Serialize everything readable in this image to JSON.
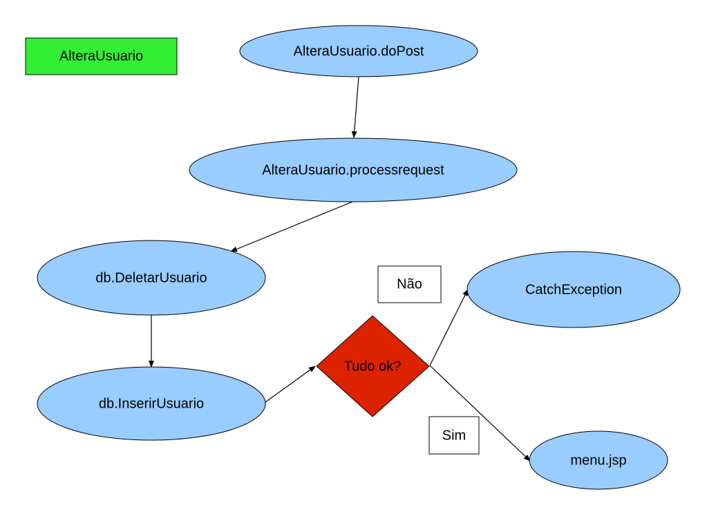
{
  "title_box": {
    "label": "AlteraUsuario",
    "fill": "#33ee33"
  },
  "nodes": {
    "doPost": {
      "label": "AlteraUsuario.doPost"
    },
    "processrequest": {
      "label": "AlteraUsuario.processrequest"
    },
    "deletar": {
      "label": "db.DeletarUsuario"
    },
    "inserir": {
      "label": "db.InserirUsuario"
    },
    "decision": {
      "label": "Tudo ok?"
    },
    "catch": {
      "label": "CatchException"
    },
    "menu": {
      "label": "menu.jsp"
    }
  },
  "edge_labels": {
    "nao": "Não",
    "sim": "Sim"
  },
  "colors": {
    "ellipse_fill": "#99ccff",
    "decision_fill": "#dd2200",
    "outline": "#000000",
    "label_box_fill": "#ffffff"
  }
}
